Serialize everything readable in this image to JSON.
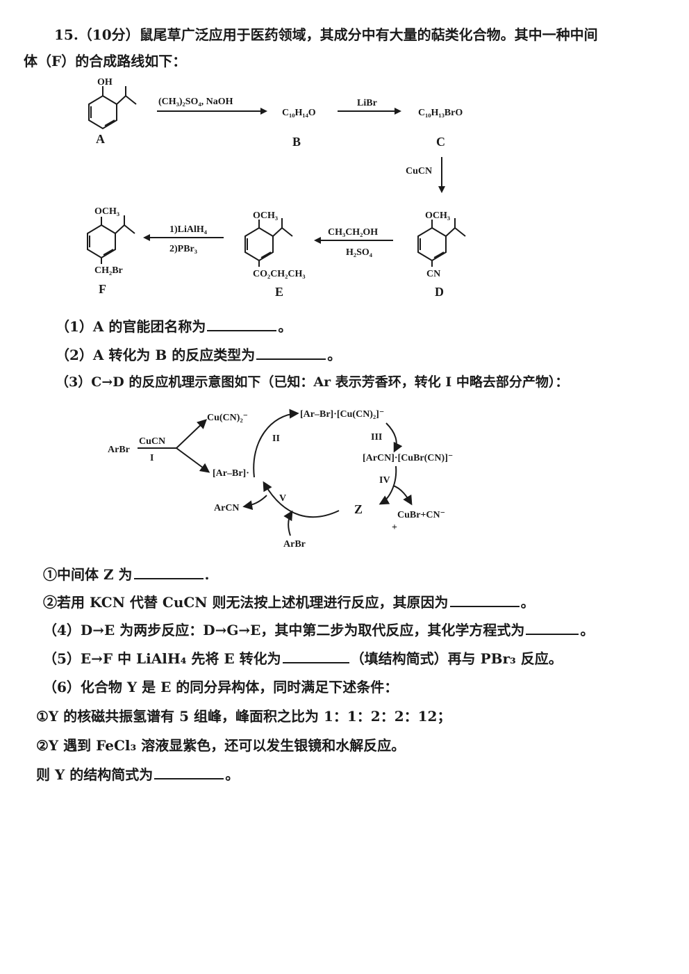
{
  "question": {
    "line1": "15.（10分）鼠尾草广泛应用于医药领域，其成分中有大量的萜类化合物。其中一种中间",
    "line2": "体（F）的合成路线如下："
  },
  "scheme": {
    "A": {
      "label": "A",
      "substituent": "OH"
    },
    "B": {
      "label": "B",
      "formula": "C₁₀H₁₄O"
    },
    "C": {
      "label": "C",
      "formula": "C₁₀H₁₃BrO"
    },
    "D": {
      "label": "D",
      "top": "OCH₃",
      "bottom": "CN"
    },
    "E": {
      "label": "E",
      "top": "OCH₃",
      "bottom": "CO₂CH₂CH₃"
    },
    "F": {
      "label": "F",
      "top": "OCH₃",
      "bottom": "CH₂Br"
    },
    "reagent_AB": "(CH₃)₂SO₄, NaOH",
    "reagent_BC": "LiBr",
    "reagent_CD": "CuCN",
    "reagent_DE_1": "CH₃CH₂OH",
    "reagent_DE_2": "H₂SO₄",
    "reagent_EF_1": "1)LiAlH₄",
    "reagent_EF_2": "2)PBr₃"
  },
  "questions": {
    "q1": "（1）A 的官能团名称为",
    "q2": "（2）A 转化为 B 的反应类型为",
    "q3": "（3）C→D 的反应机理示意图如下（已知：Ar 表示芳香环，转化 I 中略去部分产物）：",
    "q3_1": "①中间体 Z 为",
    "q3_2": "②若用 KCN 代替 CuCN 则无法按上述机理进行反应，其原因为",
    "q4": "（4）D→E 为两步反应：D→G→E，其中第二步为取代反应，其化学方程式为",
    "q5a": "（5）E→F 中 LiAlH₄ 先将 E 转化为",
    "q5b": "（填结构简式）再与 PBr₃ 反应。",
    "q6": "（6）化合物 Y 是 E 的同分异构体，同时满足下述条件：",
    "q6_1": "①Y 的核磁共振氢谱有 5 组峰，峰面积之比为 1：1：2：2：12；",
    "q6_2": "②Y 遇到 FeCl₃ 溶液显紫色，还可以发生银镜和水解反应。",
    "q6_3": "则 Y 的结构简式为",
    "period": "。",
    "dot": "."
  },
  "mechanism": {
    "start": "ArBr",
    "reagent": "CuCN",
    "step_I": "I",
    "cucn2": "Cu(CN)₂⁻",
    "arbr_complex": "[Ar–Br]·",
    "arbr_cucn2": "[Ar–Br]·[Cu(CN)₂]⁻",
    "arcn_cubrcn": "[ArCN]·[CuBr(CN)]⁻",
    "step_II": "II",
    "step_III": "III",
    "step_IV": "IV",
    "step_V": "V",
    "product": "ArCN",
    "intermediate": "Z",
    "byproduct": "CuBr+CN⁻",
    "arbr_in": "ArBr",
    "plus": "+"
  }
}
